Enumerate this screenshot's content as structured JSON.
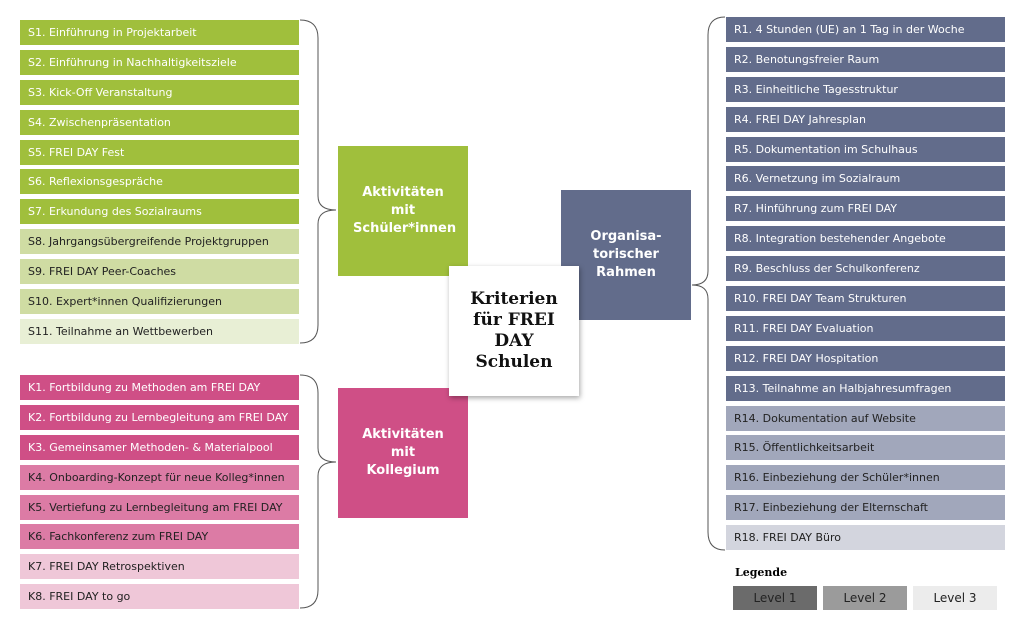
{
  "center": {
    "title": "Kriterien für FREI DAY Schulen"
  },
  "categories": {
    "students": "Aktivitäten mit Schüler*innen",
    "colleagues": "Aktivitäten mit Kollegium",
    "organisation": "Organisa-torischer Rahmen"
  },
  "students": [
    {
      "label": "S1. Einführung in Projektarbeit",
      "level": 1
    },
    {
      "label": "S2. Einführung in Nachhaltigkeitsziele",
      "level": 1
    },
    {
      "label": "S3. Kick-Off Veranstaltung",
      "level": 1
    },
    {
      "label": "S4. Zwischenpräsentation",
      "level": 1
    },
    {
      "label": "S5. FREI DAY Fest",
      "level": 1
    },
    {
      "label": "S6. Reflexionsgespräche",
      "level": 1
    },
    {
      "label": "S7. Erkundung des Sozialraums",
      "level": 1
    },
    {
      "label": "S8. Jahrgangsübergreifende Projektgruppen",
      "level": 2
    },
    {
      "label": "S9. FREI DAY Peer-Coaches",
      "level": 2
    },
    {
      "label": "S10. Expert*innen Qualifizierungen",
      "level": 2
    },
    {
      "label": "S11. Teilnahme an Wettbewerben",
      "level": 3
    }
  ],
  "colleagues": [
    {
      "label": "K1. Fortbildung zu Methoden am FREI DAY",
      "level": 1
    },
    {
      "label": "K2. Fortbildung zu Lernbegleitung am FREI DAY",
      "level": 1
    },
    {
      "label": "K3. Gemeinsamer Methoden- & Materialpool",
      "level": 1
    },
    {
      "label": "K4. Onboarding-Konzept für neue Kolleg*innen",
      "level": 2
    },
    {
      "label": "K5. Vertiefung zu Lernbegleitung am FREI DAY",
      "level": 2
    },
    {
      "label": "K6. Fachkonferenz zum FREI DAY",
      "level": 2
    },
    {
      "label": "K7. FREI DAY Retrospektiven",
      "level": 3
    },
    {
      "label": "K8. FREI DAY to go",
      "level": 3
    }
  ],
  "organisation": [
    {
      "label": "R1. 4 Stunden (UE) an 1 Tag in der Woche",
      "level": 1
    },
    {
      "label": "R2. Benotungsfreier Raum",
      "level": 1
    },
    {
      "label": "R3. Einheitliche Tagesstruktur",
      "level": 1
    },
    {
      "label": "R4. FREI DAY Jahresplan",
      "level": 1
    },
    {
      "label": "R5. Dokumentation im Schulhaus",
      "level": 1
    },
    {
      "label": "R6. Vernetzung im Sozialraum",
      "level": 1
    },
    {
      "label": "R7. Hinführung zum FREI DAY",
      "level": 1
    },
    {
      "label": "R8. Integration bestehender Angebote",
      "level": 1
    },
    {
      "label": "R9. Beschluss der Schulkonferenz",
      "level": 1
    },
    {
      "label": "R10. FREI DAY Team Strukturen",
      "level": 1
    },
    {
      "label": "R11. FREI DAY Evaluation",
      "level": 1
    },
    {
      "label": "R12. FREI DAY Hospitation",
      "level": 1
    },
    {
      "label": "R13. Teilnahme an Halbjahresumfragen",
      "level": 1
    },
    {
      "label": "R14. Dokumentation auf Website",
      "level": 2
    },
    {
      "label": "R15. Öffentlichkeitsarbeit",
      "level": 2
    },
    {
      "label": "R16. Einbeziehung der Schüler*innen",
      "level": 2
    },
    {
      "label": "R17. Einbeziehung der Elternschaft",
      "level": 2
    },
    {
      "label": "R18. FREI DAY Büro",
      "level": 3
    }
  ],
  "legend": {
    "title": "Legende",
    "items": [
      {
        "label": "Level 1",
        "color": "#6b6b6b"
      },
      {
        "label": "Level 2",
        "color": "#9b9b9b"
      },
      {
        "label": "Level 3",
        "color": "#ececec"
      }
    ]
  }
}
